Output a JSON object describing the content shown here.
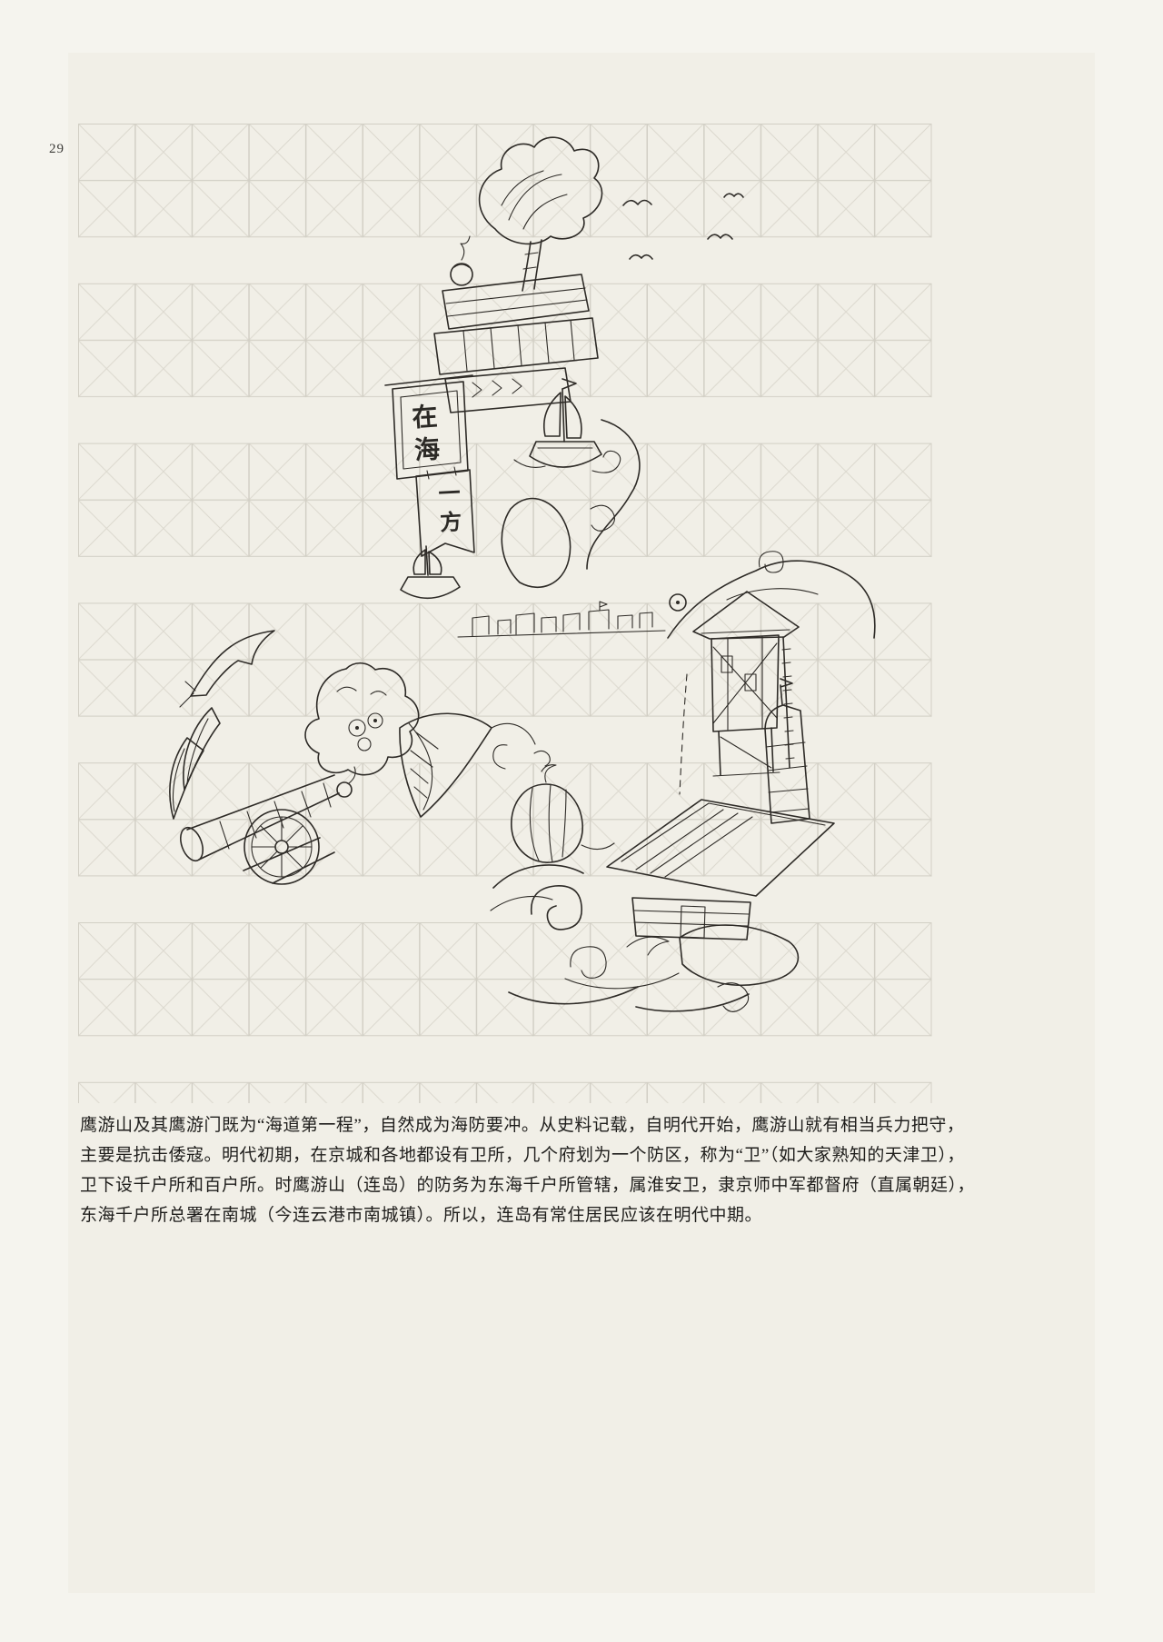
{
  "page": {
    "number": "29"
  },
  "illustration": {
    "banner_top": "在海",
    "banner_bottom": "一方"
  },
  "body": {
    "lines": [
      "鹰游山及其鹰游门既为“海道第一程”，自然成为海防要冲。从史料记载，自明代开始，鹰游山就有相当兵力把守，",
      "主要是抗击倭寇。明代初期，在京城和各地都设有卫所，几个府划为一个防区，称为“卫”（如大家熟知的天津卫），",
      "卫下设千户所和百户所。时鹰游山（连岛）的防务为东海千户所管辖，属淮安卫，隶京师中军都督府（直属朝廷），",
      "东海千户所总署在南城（今连云港市南城镇）。所以，连岛有常住居民应该在明代中期。"
    ]
  },
  "colors": {
    "page_background": "#f5f4ee",
    "sheet_background": "#f1efe7",
    "grid_line": "#d6d3c9",
    "ink": "#2e2b27"
  }
}
